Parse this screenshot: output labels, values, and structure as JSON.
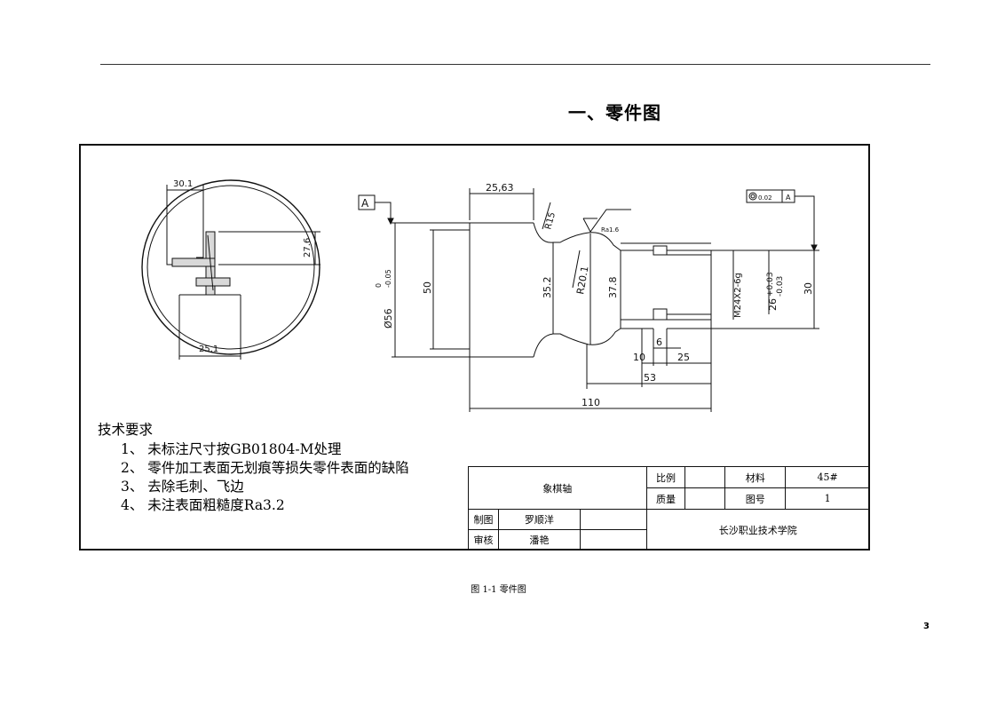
{
  "section_heading": "一、零件图",
  "drawing": {
    "datum_label": "A",
    "geo_tolerance": {
      "symbol": "concentricity-circle",
      "value": "0.02",
      "datum": "A"
    },
    "roughness": "Ra1.6",
    "section_dims": {
      "top": "30.1",
      "right": "27.6",
      "bottom": "25.1"
    },
    "dims": {
      "d25_63": "25,63",
      "r15": "R15",
      "d56": "Ø56",
      "d56_tol_upper": "0",
      "d56_tol_lower": "-0.05",
      "d50": "50",
      "d35_2": "35.2",
      "r20_1": "R20.1",
      "d37_8": "37.8",
      "thread": "M24X2-6g",
      "d26": "26",
      "d26_tol_upper": "+0.03",
      "d26_tol_lower": "-0.03",
      "d30": "30",
      "len6": "6",
      "len10": "10",
      "len25": "25",
      "len53": "53",
      "len110": "110"
    }
  },
  "tech_requirements": {
    "title": "技术要求",
    "items": [
      "1、 未标注尺寸按GB01804-M处理",
      "2、 零件加工表面无划痕等损失零件表面的缺陷",
      "3、 去除毛刺、飞边",
      "4、 未注表面粗糙度Ra3.2"
    ]
  },
  "title_block": {
    "part_name": "象棋轴",
    "scale_label": "比例",
    "scale_value": "",
    "material_label": "材料",
    "material_value": "45#",
    "mass_label": "质量",
    "mass_value": "",
    "drawing_no_label": "图号",
    "drawing_no_value": "1",
    "drawn_label": "制图",
    "drawn_by": "罗顺洋",
    "review_label": "审核",
    "reviewed_by": "潘艳",
    "school": "长沙职业技术学院"
  },
  "caption": "图 1-1 零件图",
  "page_number": "3"
}
